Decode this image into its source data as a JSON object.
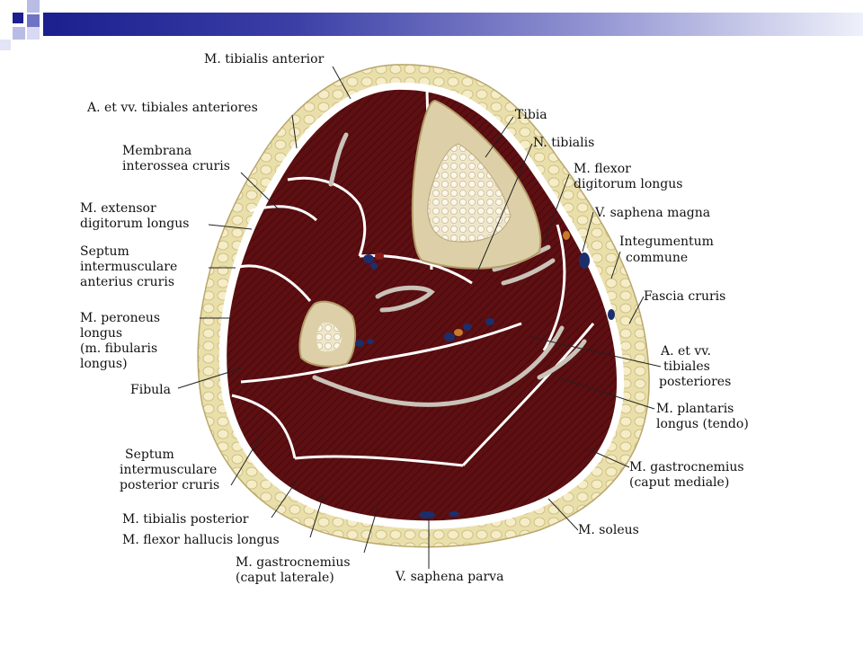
{
  "labels": {
    "tibialis_anterior": "M. tibialis anterior",
    "tibiales_anteriores": "A. et vv. tibiales anteriores",
    "membrana_1": "Membrana",
    "membrana_2": "interossea cruris",
    "extensor_1": "M. extensor",
    "extensor_2": "digitorum longus",
    "septum_ant_1": "Septum",
    "septum_ant_2": "intermusculare",
    "septum_ant_3": "anterius cruris",
    "peroneus_1": "M. peroneus",
    "peroneus_2": "longus",
    "peroneus_3": "(m. fibularis",
    "peroneus_4": "longus)",
    "fibula": "Fibula",
    "septum_post_1": "Septum",
    "septum_post_2": "intermusculare",
    "septum_post_3": "posterior cruris",
    "tibialis_posterior": "M. tibialis posterior",
    "flexor_hallucis": "M. flexor hallucis longus",
    "gastro_lat_1": "M. gastrocnemius",
    "gastro_lat_2": "(caput laterale)",
    "saphena_parva": "V. saphena parva",
    "tibia": "Tibia",
    "n_tibialis": "N. tibialis",
    "flexor_dig_1": "M. flexor",
    "flexor_dig_2": "digitorum longus",
    "saphena_magna": "V. saphena magna",
    "integumentum_1": "Integumentum",
    "integumentum_2": "commune",
    "fascia": "Fascia cruris",
    "tib_post_vessels_1": "A. et vv.",
    "tib_post_vessels_2": "tibiales",
    "tib_post_vessels_3": "posteriores",
    "plantaris_1": "M. plantaris",
    "plantaris_2": "longus (tendo)",
    "gastro_med_1": "M. gastrocnemius",
    "gastro_med_2": "(caput mediale)",
    "soleus": "M. soleus"
  },
  "colors": {
    "muscle": "#5e0f12",
    "muscle_dark": "#3d0709",
    "fat": "#e9dfaa",
    "bone": "#ddd0a8",
    "bone_marrow": "#f2ead3",
    "fascia": "#ffffff",
    "vein": "#1c2e6b",
    "header": "#1b1f8f"
  }
}
